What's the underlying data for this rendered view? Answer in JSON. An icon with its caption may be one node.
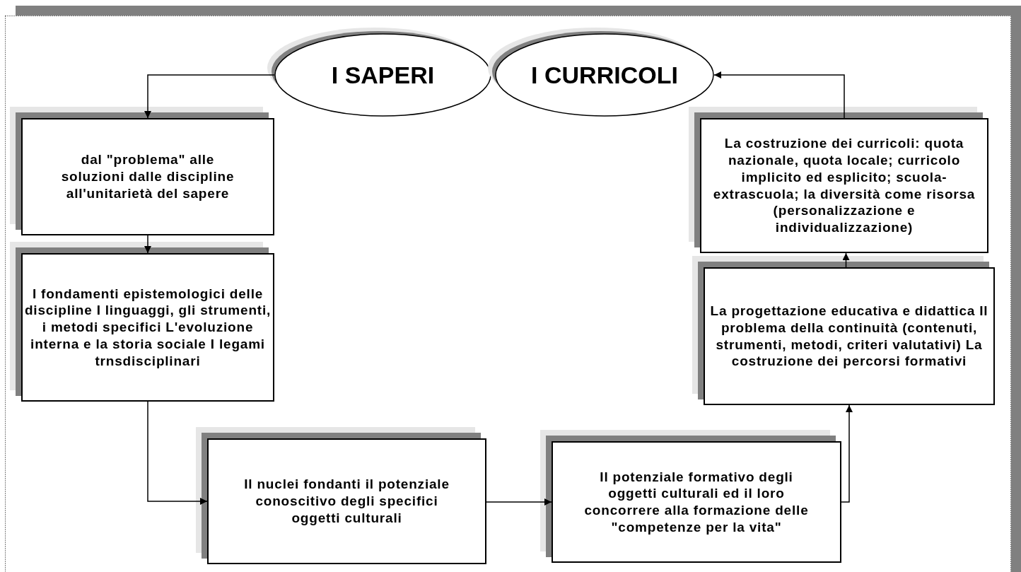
{
  "diagram": {
    "nodes": [
      {
        "text": [
          "I SAPERI"
        ]
      },
      {
        "text": [
          "I CURRICOLI"
        ]
      },
      {
        "text": [
          "dal \"problema\" alle soluzioni dalle discipline all'unitarietà del sapere"
        ]
      },
      {
        "text": [
          "I fondamenti epistemologici delle discipline I linguaggi, gli strumenti, i metodi specifici L'evoluzione interna e la storia sociale I legami trnsdisciplinari"
        ]
      },
      {
        "text": [
          "Il nuclei fondanti il potenziale conoscitivo degli specifici oggetti culturali"
        ]
      },
      {
        "text": [
          "Il potenziale formativo degli oggetti culturali ed il loro concorrere alla formazione delle \"competenze per la vita\""
        ]
      },
      {
        "text": [
          "La progettazione educativa e didattica Il problema della continuità (contenuti, strumenti, metodi, criteri valutativi) La costruzione dei percorsi formativi"
        ]
      },
      {
        "text": [
          "La costruzione dei curricoli: quota nazionale, quota locale; curricolo implicito ed esplicito; scuola- extrascuola; la diversità come risorsa (personalizzazione e individualizzazione)"
        ]
      }
    ],
    "edges": [
      {
        "from": 0,
        "to": 2,
        "arrow": "to"
      },
      {
        "from": 2,
        "to": 3,
        "arrow": "to"
      },
      {
        "from": 3,
        "to": 4,
        "arrow": "to"
      },
      {
        "from": 4,
        "to": 5,
        "arrow": "to"
      },
      {
        "from": 5,
        "to": 6,
        "arrow": "to"
      },
      {
        "from": 6,
        "to": 7,
        "arrow": "to"
      },
      {
        "from": 7,
        "to": 1,
        "arrow": "to"
      }
    ]
  }
}
